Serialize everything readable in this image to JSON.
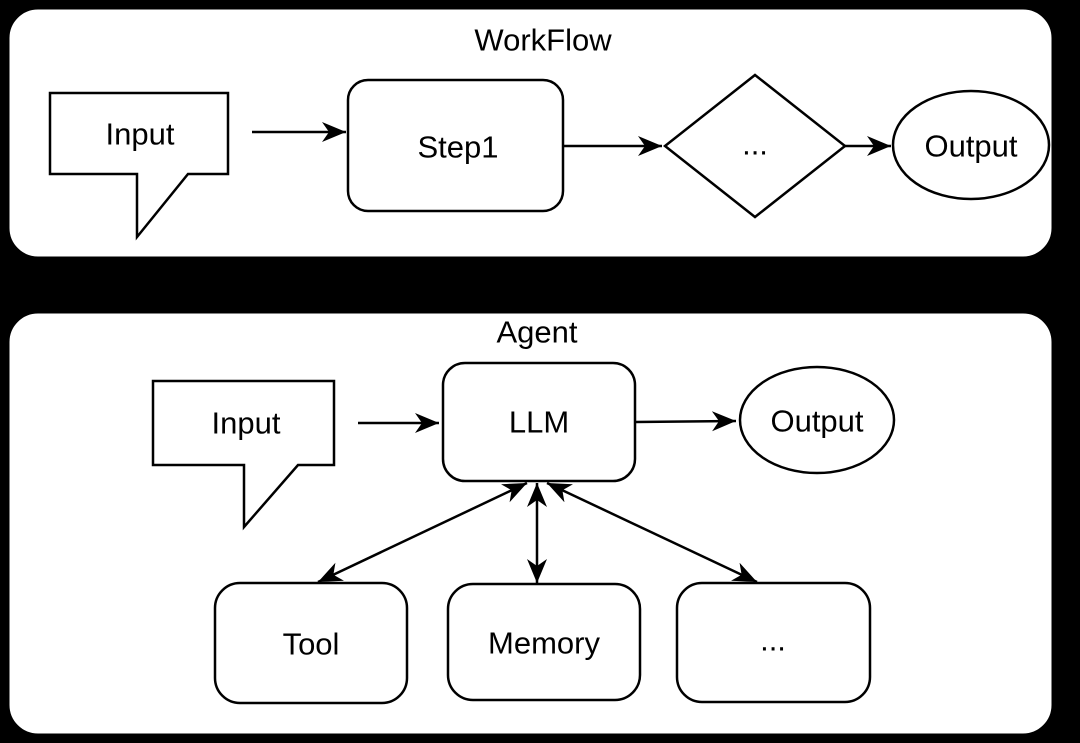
{
  "colors": {
    "background": "#000000",
    "shape_fill": "#ffffff",
    "stroke": "#000000"
  },
  "workflow": {
    "title": "WorkFlow",
    "input_label": "Input",
    "step1_label": "Step1",
    "decision_label": "...",
    "output_label": "Output"
  },
  "agent": {
    "title": "Agent",
    "input_label": "Input",
    "llm_label": "LLM",
    "output_label": "Output",
    "tool_label": "Tool",
    "memory_label": "Memory",
    "more_label": "..."
  }
}
